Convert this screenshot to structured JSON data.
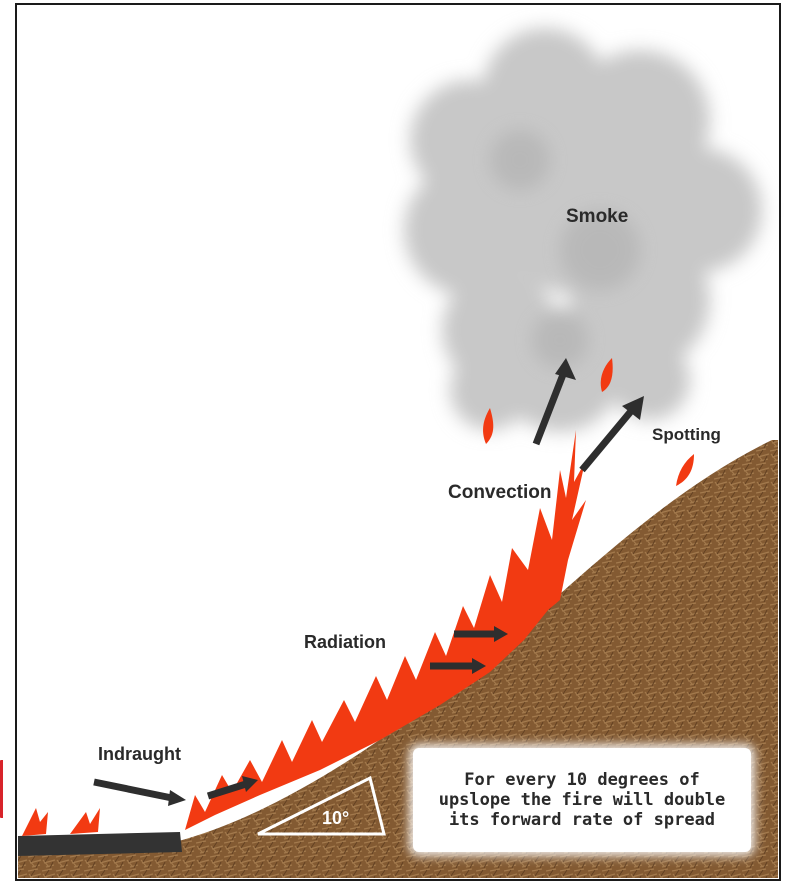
{
  "labels": {
    "smoke": "Smoke",
    "spotting": "Spotting",
    "convection": "Convection",
    "radiation": "Radiation",
    "indraught": "Indraught",
    "angle": "10°"
  },
  "note": "For every 10 degrees of\nupslope the fire will double\nits forward rate of spread",
  "colors": {
    "fire": "#f23a12",
    "ground": "#8a5f36",
    "smoke": "#c8c8c8",
    "arrow": "#2e2e2e",
    "frame": "#d8232a"
  }
}
